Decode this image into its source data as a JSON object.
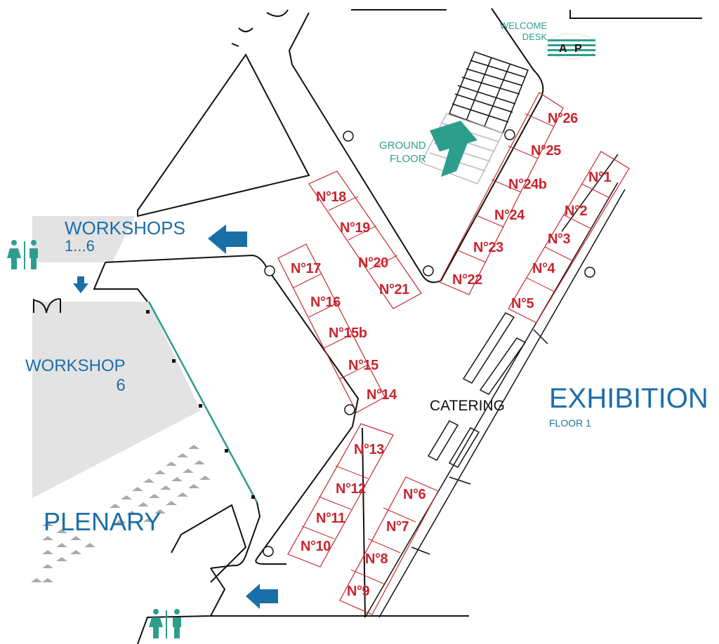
{
  "labels": {
    "welcome_desk_line1": "WELCOME",
    "welcome_desk_line2": "DESK",
    "ground_floor_line1": "GROUND",
    "ground_floor_line2": "FLOOR",
    "workshops_line1": "WORKSHOPS",
    "workshops_line2": "1...6",
    "workshop6_line1": "WORKSHOP",
    "workshop6_line2": "6",
    "plenary": "PLENARY",
    "catering": "CATERING",
    "exhibition": "EXHIBITION",
    "exhibition_floor": "FLOOR 1"
  },
  "booths": [
    "N°1",
    "N°2",
    "N°3",
    "N°4",
    "N°5",
    "N°6",
    "N°7",
    "N°8",
    "N°9",
    "N°10",
    "N°11",
    "N°12",
    "N°13",
    "N°14",
    "N°15",
    "N°15b",
    "N°16",
    "N°17",
    "N°18",
    "N°19",
    "N°20",
    "N°21",
    "N°22",
    "N°23",
    "N°24",
    "N°24b",
    "N°25",
    "N°26"
  ],
  "colors": {
    "booth": "#c8262f",
    "label_blue": "#1b6fa8",
    "accent_teal": "#2e9e8c",
    "room_fill": "#e3e3e3",
    "wall": "#111111"
  },
  "icons": {
    "restroom": "restroom-icon",
    "arrow": "direction-arrow-icon",
    "elevator": "elevator-icon",
    "pillar": "pillar-icon",
    "logo": "asp-logo-icon"
  }
}
